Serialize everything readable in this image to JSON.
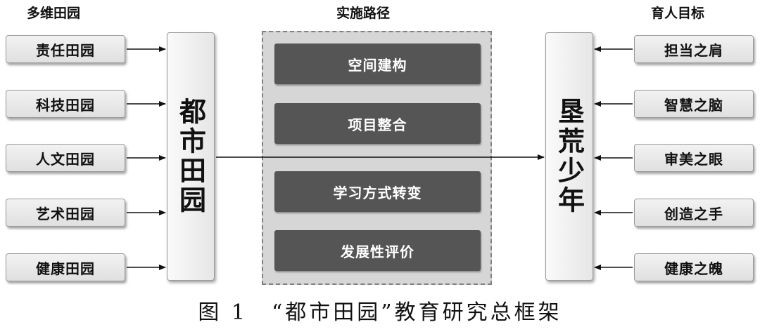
{
  "headers": {
    "left": "多维田园",
    "middle": "实施路径",
    "right": "育人目标"
  },
  "left_items": [
    "责任田园",
    "科技田园",
    "人文田园",
    "艺术田园",
    "健康田园"
  ],
  "left_hub": "都市田园",
  "middle_steps": [
    "空间建构",
    "项目整合",
    "学习方式转变",
    "发展性评价"
  ],
  "right_hub": "垦荒少年",
  "right_items": [
    "担当之肩",
    "智慧之脑",
    "审美之眼",
    "创造之手",
    "健康之魄"
  ],
  "caption": "图 1　“都市田园”教育研究总框架"
}
